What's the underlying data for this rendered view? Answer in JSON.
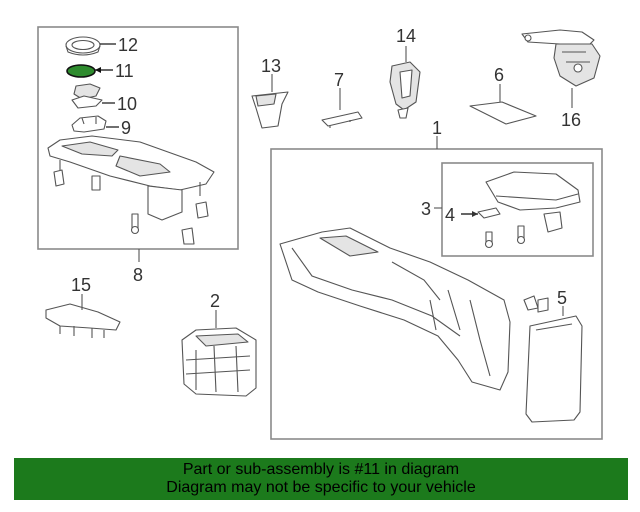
{
  "callouts": {
    "c1": "1",
    "c2": "2",
    "c3": "3",
    "c4": "4",
    "c5": "5",
    "c6": "6",
    "c7": "7",
    "c8": "8",
    "c9": "9",
    "c10": "10",
    "c11": "11",
    "c12": "12",
    "c13": "13",
    "c14": "14",
    "c15": "15",
    "c16": "16"
  },
  "highlight": {
    "part": "11",
    "color": "#2e8b2e"
  },
  "banner": {
    "line1": "Part or sub-assembly is #11 in diagram",
    "line2": "Diagram may not be specific to your vehicle",
    "color": "#1c7a1c"
  }
}
